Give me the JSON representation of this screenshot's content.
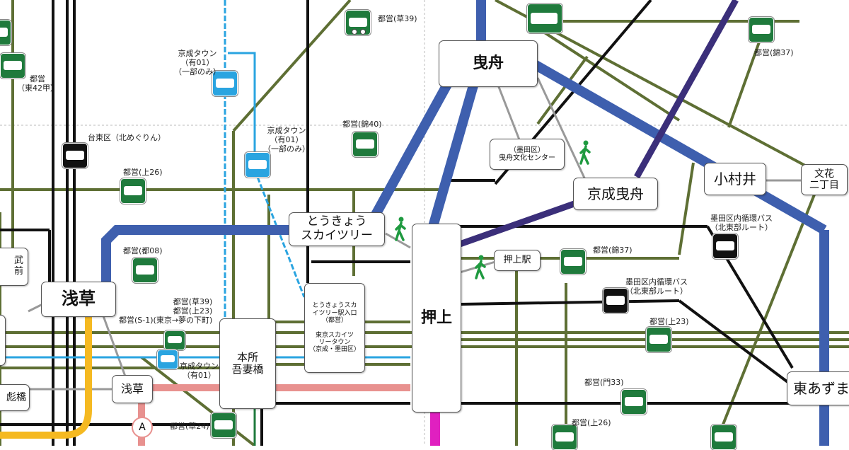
{
  "stations": {
    "hikifune": "曳舟",
    "keisei_hikifune": "京成曳舟",
    "omurai": "小村井",
    "bunka": "文花\n二丁目",
    "skytree": "とうきょう\nスカイツリー",
    "oshiage": "押上",
    "oshiage_eki": "押上駅",
    "asakusa_main": "浅草",
    "asakusa_small": "浅草",
    "honjo": "本所\n吾妻橋",
    "higashi_azuma": "東あずま",
    "left_top": "武\n前",
    "left_bottom": "彪橋",
    "culture_center": "（墨田区）\n曳舟文化センター",
    "skytree_stop": "とうきょうスカ\nイツリー駅入口\n（都営）\n\n東京スカイツ\nリータウン\n（京成・墨田区）"
  },
  "labels": {
    "toei_kusa39_top": "都営(草39)",
    "toei_kin37_top": "都営(錦37)",
    "keisei_town_1": "京成タウン\n（有01）\n（一部のみ）",
    "keisei_town_2": "京成タウン\n（有01）\n（一部のみ）",
    "toei_higashi42": "都営\n（東42甲）",
    "taito_kita": "台東区（北めぐりん）",
    "toei_kin40": "都営(錦40)",
    "toei_ue26_left": "都営(上26)",
    "toei_to08": "都営(都08)",
    "sumida_loop_1": "墨田区内循環バス\n（北東部ルート）",
    "toei_kin37_mid": "都営(錦37)",
    "sumida_loop_2": "墨田区内循環バス\n（北東部ルート）",
    "toei_ue23_right": "都営(上23)",
    "toei_multi": "都営(草39)\n都営(上23)\n都営(S-1)(東京→夢の下町)",
    "keisei_town_3": "京成タウン\n（有01）",
    "toei_mon33": "都営(門33)",
    "toei_ue26_bottom": "都営(上26)",
    "toei_kusa24": "都営(草24)"
  },
  "marker_a": "A",
  "colors": {
    "tobu": "#3e5fae",
    "hanzomon": "#3b2f7a",
    "asakusa_line": "#e8918f",
    "ginza": "#f5b921",
    "bus_route": "#5e6f34",
    "toei_bus": "#1f7a3c",
    "keisei_town": "#2aa4e0",
    "magenta": "#e020c0"
  },
  "icons": {
    "toei_bus": "bus-icon",
    "community_bus": "bus-icon",
    "walk": "walking-person-icon"
  }
}
